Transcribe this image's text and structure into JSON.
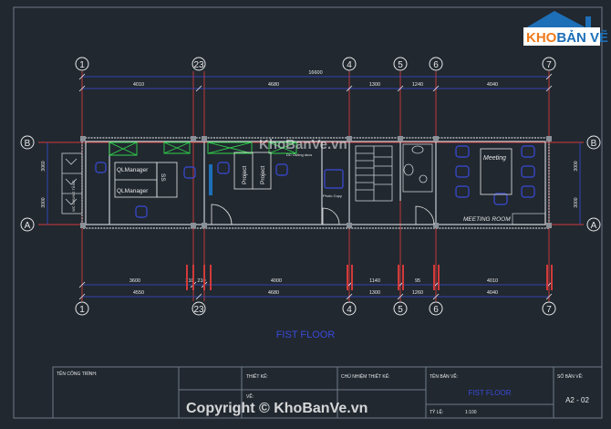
{
  "logo": {
    "text_prefix": "KHO",
    "text_suffix": "BẢN VẼ",
    "colors": {
      "orange": "#f07a1a",
      "blue": "#1d6fb8",
      "white": "#ffffff"
    }
  },
  "watermark": {
    "center": "KhoBanVe.vn",
    "bottom": "Copyright © KhoBanVe.vn"
  },
  "grid": {
    "column_labels": [
      "1",
      "2",
      "3",
      "4",
      "5",
      "6",
      "7"
    ],
    "row_labels": [
      "B",
      "A"
    ]
  },
  "dimensions": {
    "top_total": "16600",
    "top_segments": [
      "4010",
      "4680",
      "1300",
      "1240",
      "4040"
    ],
    "bottom_upper": [
      "3600",
      "210",
      "210",
      "4000",
      "1140",
      "95",
      "4010"
    ],
    "bottom_lower": [
      "4550",
      "4680",
      "1300",
      "1260",
      "4040"
    ],
    "left_side": [
      "3060",
      "3000"
    ],
    "right_side": [
      "3000",
      "3000"
    ]
  },
  "rooms": {
    "left_room": "WC CHUNG TẦNG",
    "manager_1": "QLManager",
    "manager_2": "QLManager",
    "manager_desk": "SS",
    "project_1": "Project",
    "project_2": "Project",
    "outing": "DC Outing ducs",
    "photocopy": "Photo Copy",
    "meeting_label": "Meeting",
    "meeting_room": "MEETING ROOM"
  },
  "floor_title": "FIST FLOOR",
  "title_block": {
    "ten_cong_trinh": "TÊN CÔNG TRÌNH:",
    "thiet_ke": "THIẾT KẾ:",
    "ve": "VẼ:",
    "chu_nhiem": "CHỦ NHIỆM THIẾT KẾ:",
    "ten_ban_ve_label": "TÊN BẢN VẼ:",
    "ten_ban_ve": "FIST FLOOR",
    "ty_le_label": "TỶ LỆ:",
    "ty_le": "1:100",
    "so_ban_ve_label": "SỐ BẢN VẼ:",
    "so_ban_ve": "A2 - 02"
  },
  "colors": {
    "background": "#212830",
    "grid_line": "#d23a3a",
    "wall": "#c8cdd2",
    "dim": "#3a4bd8",
    "text": "#e8e8e8",
    "furniture": "#3a4bd8",
    "green": "#2fd24a",
    "frame": "#6e7a86"
  }
}
